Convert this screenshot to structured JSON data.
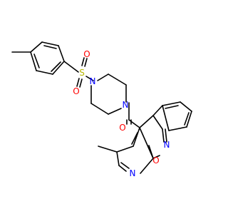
{
  "atom_labels": {
    "s": "S",
    "o_s_top": "O",
    "o_s_bottom": "O",
    "n_pip_left": "N",
    "n_pip_right": "N",
    "o_carbonyl": "O",
    "n_isoxazole": "N",
    "o_isoxazole": "O",
    "n_pyridine": "N"
  },
  "colors": {
    "bond": "#000000",
    "oxygen": "#ff0000",
    "nitrogen": "#0000ff",
    "sulfur": "#b8b800"
  }
}
